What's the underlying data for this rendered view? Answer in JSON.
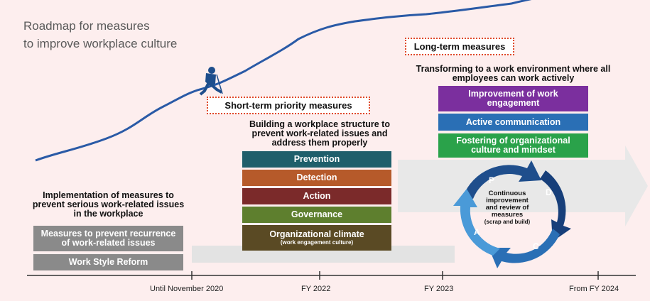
{
  "title_line1": "Roadmap for measures",
  "title_line2": "to improve workplace culture",
  "short_term": {
    "label": "Short-term priority measures",
    "heading": [
      "Building a workplace structure to",
      "prevent work-related issues and",
      "address them properly"
    ],
    "items": [
      {
        "label": "Prevention",
        "color": "#1f5f6b"
      },
      {
        "label": "Detection",
        "color": "#b65a2a"
      },
      {
        "label": "Action",
        "color": "#7b2a2a"
      },
      {
        "label": "Governance",
        "color": "#5e7f2e"
      },
      {
        "label": "Organizational climate",
        "sub": "(work engagement culture)",
        "color": "#5a4a24"
      }
    ]
  },
  "long_term": {
    "label": "Long-term measures",
    "heading": [
      "Transforming to a work environment where all",
      "employees can work actively"
    ],
    "items": [
      {
        "label": [
          "Improvement of work",
          "engagement"
        ],
        "color": "#7b2f9e"
      },
      {
        "label": [
          "Active communication"
        ],
        "color": "#2a6fb5"
      },
      {
        "label": [
          "Fostering of organizational",
          "culture and mindset"
        ],
        "color": "#2aa24a"
      }
    ]
  },
  "initial": {
    "heading": [
      "Implementation of measures to",
      "prevent serious work-related issues",
      "in the workplace"
    ],
    "items": [
      {
        "label": [
          "Measures to prevent recurrence",
          "of work-related issues"
        ],
        "color": "#8a8a8a"
      },
      {
        "label": [
          "Work Style Reform"
        ],
        "color": "#8a8a8a"
      }
    ]
  },
  "cycle": {
    "letters": [
      "P",
      "D",
      "C",
      "A"
    ],
    "center": [
      "Continuous",
      "improvement",
      "and review of",
      "measures"
    ],
    "center_sub": "(scrap and build)",
    "colors": [
      "#1f4e8c",
      "#173f7a",
      "#2a6fb5",
      "#4a9ad8"
    ]
  },
  "timeline": {
    "ticks": [
      "Until November 2020",
      "FY 2022",
      "FY 2023",
      "From FY 2024"
    ]
  }
}
